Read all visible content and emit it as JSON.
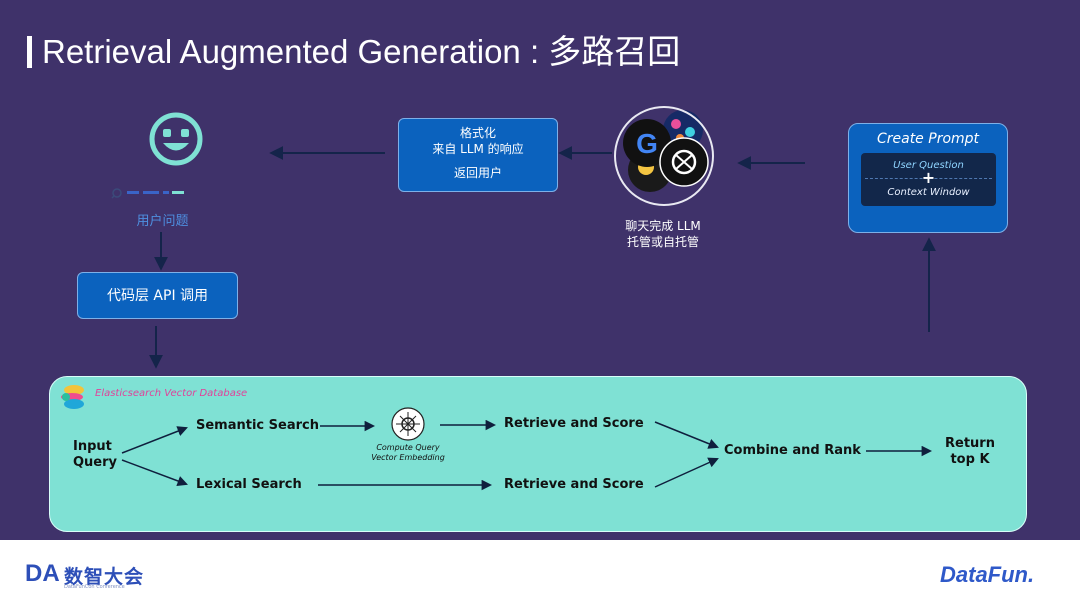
{
  "title": "Retrieval Augmented Generation : 多路召回",
  "user": {
    "label": "用户问题"
  },
  "code_layer": {
    "label": "代码层 API 调用"
  },
  "format_box": {
    "line1": "格式化",
    "line2": "来自 LLM 的响应",
    "line3": "返回用户"
  },
  "llm": {
    "line1": "聊天完成 LLM",
    "line2": "托管或自托管"
  },
  "create_prompt": {
    "title": "Create Prompt",
    "question": "User Question",
    "plus": "+",
    "context": "Context Window"
  },
  "pipeline": {
    "db_label": "Elasticsearch Vector Database",
    "input": [
      "Input",
      "Query"
    ],
    "semantic": "Semantic Search",
    "lexical": "Lexical Search",
    "compute": [
      "Compute Query",
      "Vector Embedding"
    ],
    "retrieve_top": "Retrieve and Score",
    "retrieve_bottom": "Retrieve and Score",
    "combine": "Combine and Rank",
    "return": [
      "Return",
      "top K"
    ]
  },
  "footer": {
    "left_mark": "DA",
    "left_text": "数智大会",
    "left_sub": "DataFunCon Conference",
    "right_brand": "DataFun."
  },
  "colors": {
    "background": "#3f326a",
    "panel": "#7fe1d4",
    "box": "#0b62be",
    "arrow": "#14244a"
  }
}
